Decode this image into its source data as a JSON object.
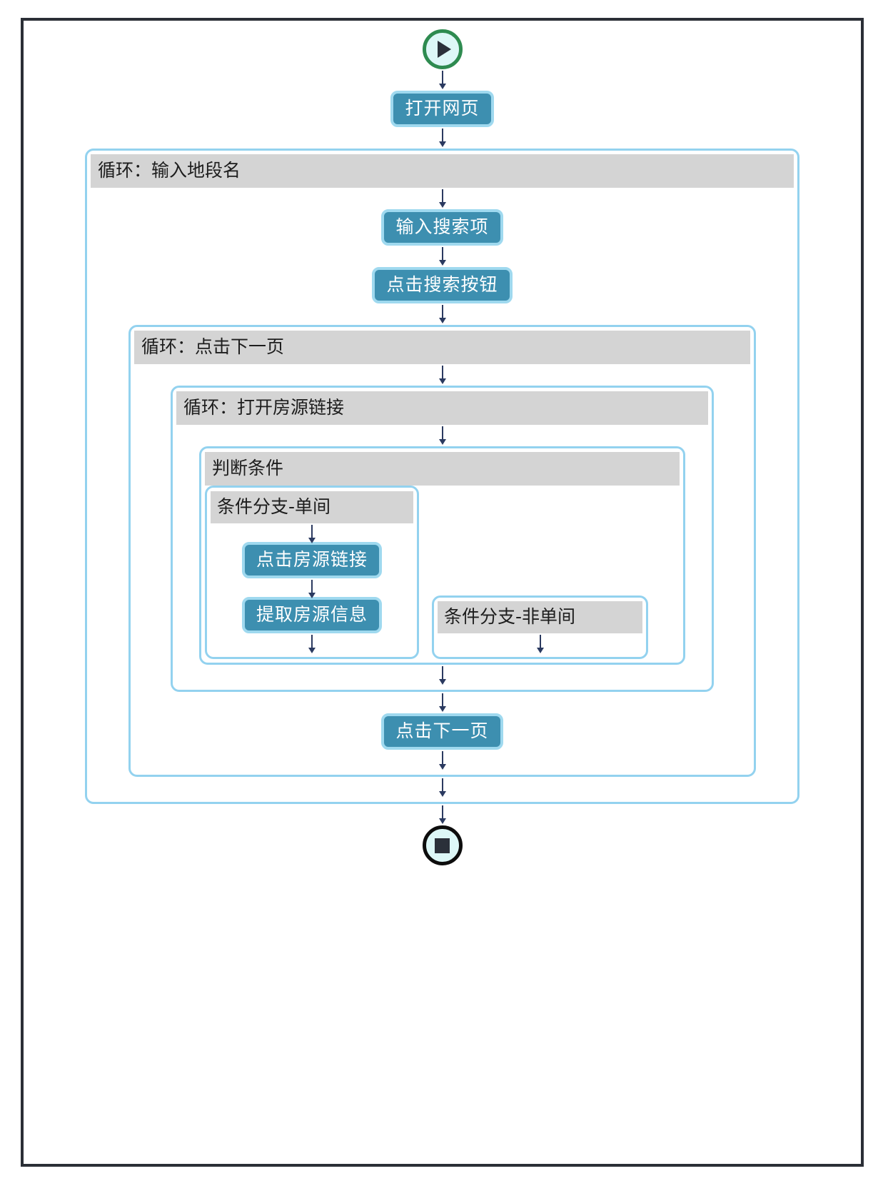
{
  "diagram": {
    "type": "flowchart",
    "orientation": "vertical",
    "colors": {
      "step_fill": "#3d8fb0",
      "step_border": "#9fd9ef",
      "container_border": "#93d2ef",
      "container_title_bg": "#d4d4d4",
      "arrow": "#2b3a60",
      "start_ring": "#2e8b50",
      "end_ring": "#0d0d0d",
      "terminal_fill": "#ddf7f7",
      "frame": "#2b2f36"
    },
    "start": {
      "icon": "play-icon",
      "label": ""
    },
    "end": {
      "icon": "stop-icon",
      "label": ""
    },
    "steps": {
      "open_page": "打开网页",
      "input_search_term": "输入搜索项",
      "click_search_button": "点击搜索按钮",
      "click_listing_link": "点击房源链接",
      "extract_listing_info": "提取房源信息",
      "click_next_page": "点击下一页"
    },
    "containers": {
      "loop_district": "循环：输入地段名",
      "loop_next_page": "循环：点击下一页",
      "loop_open_listing": "循环：打开房源链接",
      "condition": "判断条件",
      "branch_single": "条件分支-单间",
      "branch_non_single": "条件分支-非单间"
    }
  }
}
